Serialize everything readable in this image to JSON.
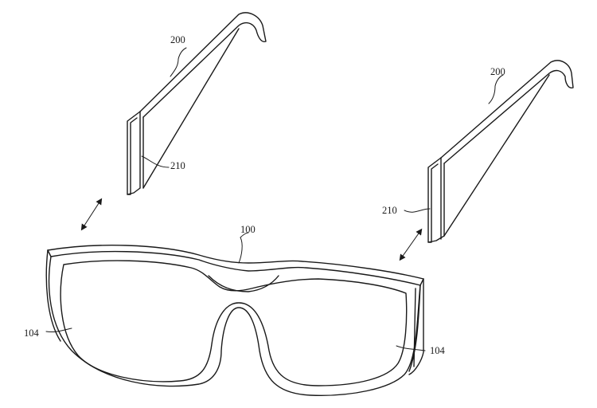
{
  "figure": {
    "labels": {
      "temple_left": "200",
      "temple_right": "200",
      "connector_left": "210",
      "connector_right": "210",
      "frame": "100",
      "lens_left": "104",
      "lens_right": "104"
    },
    "colors": {
      "line": "#1a1a1a",
      "background": "#ffffff"
    }
  }
}
